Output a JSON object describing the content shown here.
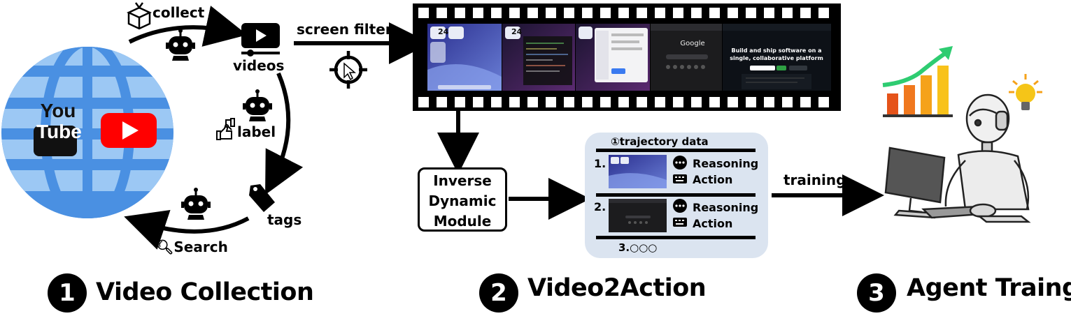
{
  "stage1": {
    "badge": "1",
    "title": "Video Collection",
    "collect": "collect",
    "videos": "videos",
    "label": "label",
    "tags": "tags",
    "search": "Search",
    "youtube_line1": "You",
    "youtube_line2": "Tube"
  },
  "stage2": {
    "badge": "2",
    "title": "Video2Action",
    "screen_filter": "screen filter",
    "module_line1": "Inverse",
    "module_line2": "Dynamic",
    "module_line3": "Module",
    "card_title": "①trajectory data",
    "items": [
      {
        "num": "1.",
        "reasoning": "Reasoning",
        "action": "Action"
      },
      {
        "num": "2.",
        "reasoning": "Reasoning",
        "action": "Action"
      }
    ],
    "more": "3.○○○",
    "frame_search_brand": "Google",
    "frame_promo_line1": "Build and ship software on a",
    "frame_promo_line2": "single, collaborative platform",
    "frame_date": "24"
  },
  "stage3": {
    "badge": "3",
    "title": "Agent Traing",
    "training": "training"
  },
  "colors": {
    "globe_blue": "#4a90e2",
    "globe_light": "#9cc8f4",
    "youtube_red": "#ff0000",
    "card_bg": "#dbe4f0",
    "growth_green": "#2ecc71",
    "bar_orange": "#f39c12",
    "bulb_yellow": "#f5c518"
  }
}
